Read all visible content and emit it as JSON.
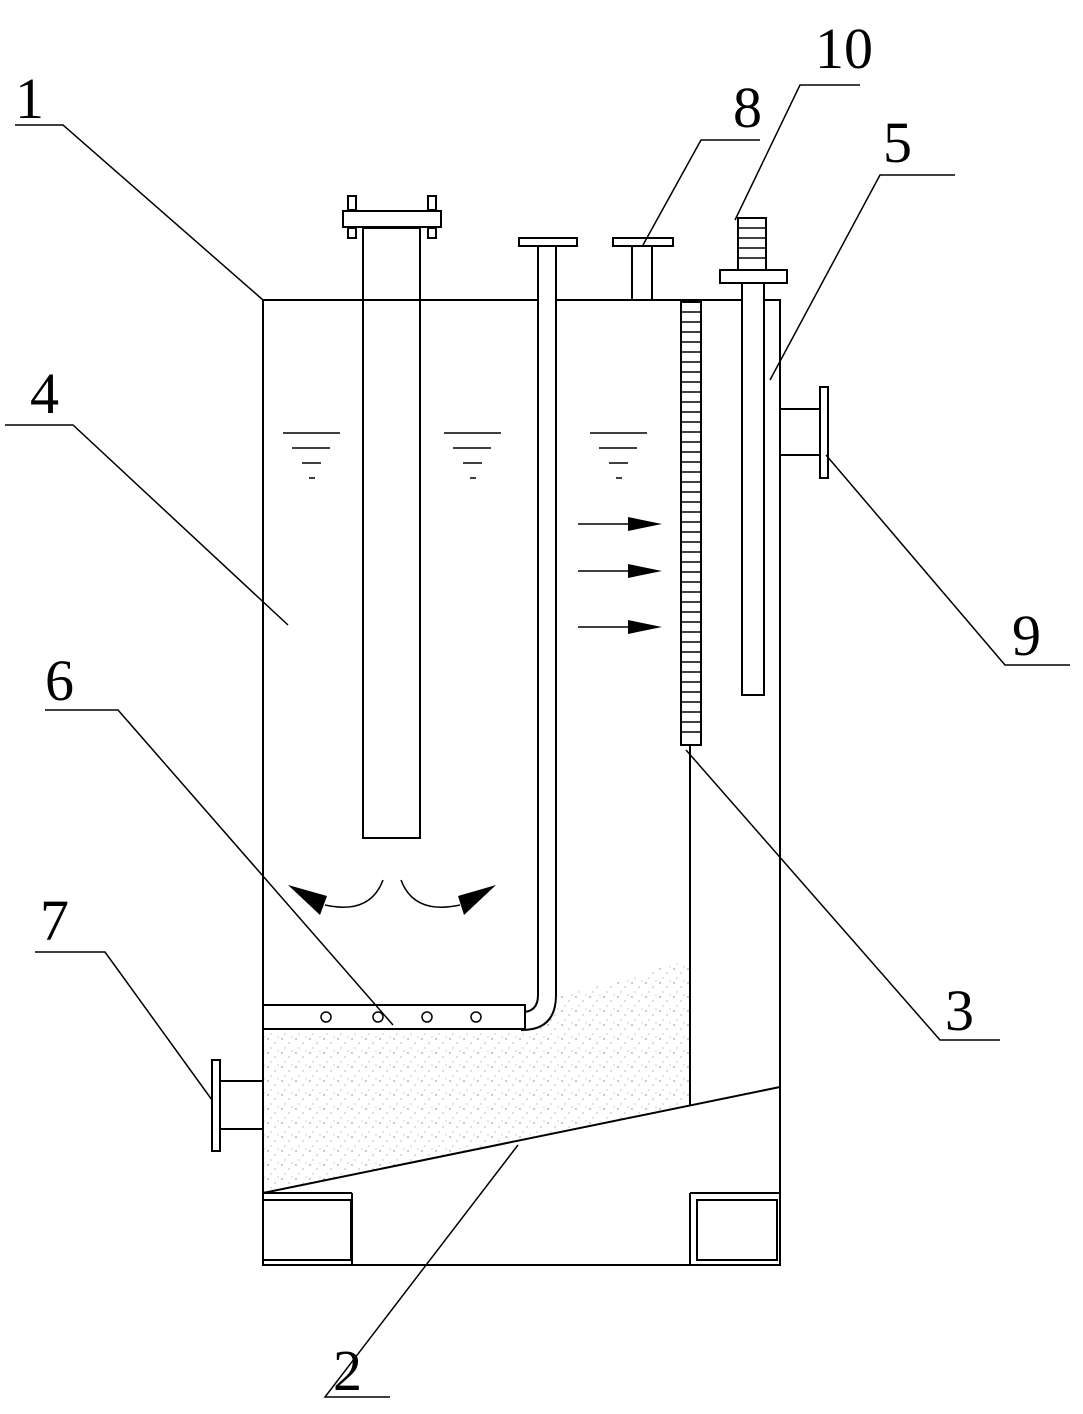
{
  "labels": {
    "n1": "1",
    "n2": "2",
    "n3": "3",
    "n4": "4",
    "n5": "5",
    "n6": "6",
    "n7": "7",
    "n8": "8",
    "n9": "9",
    "n10": "10"
  }
}
